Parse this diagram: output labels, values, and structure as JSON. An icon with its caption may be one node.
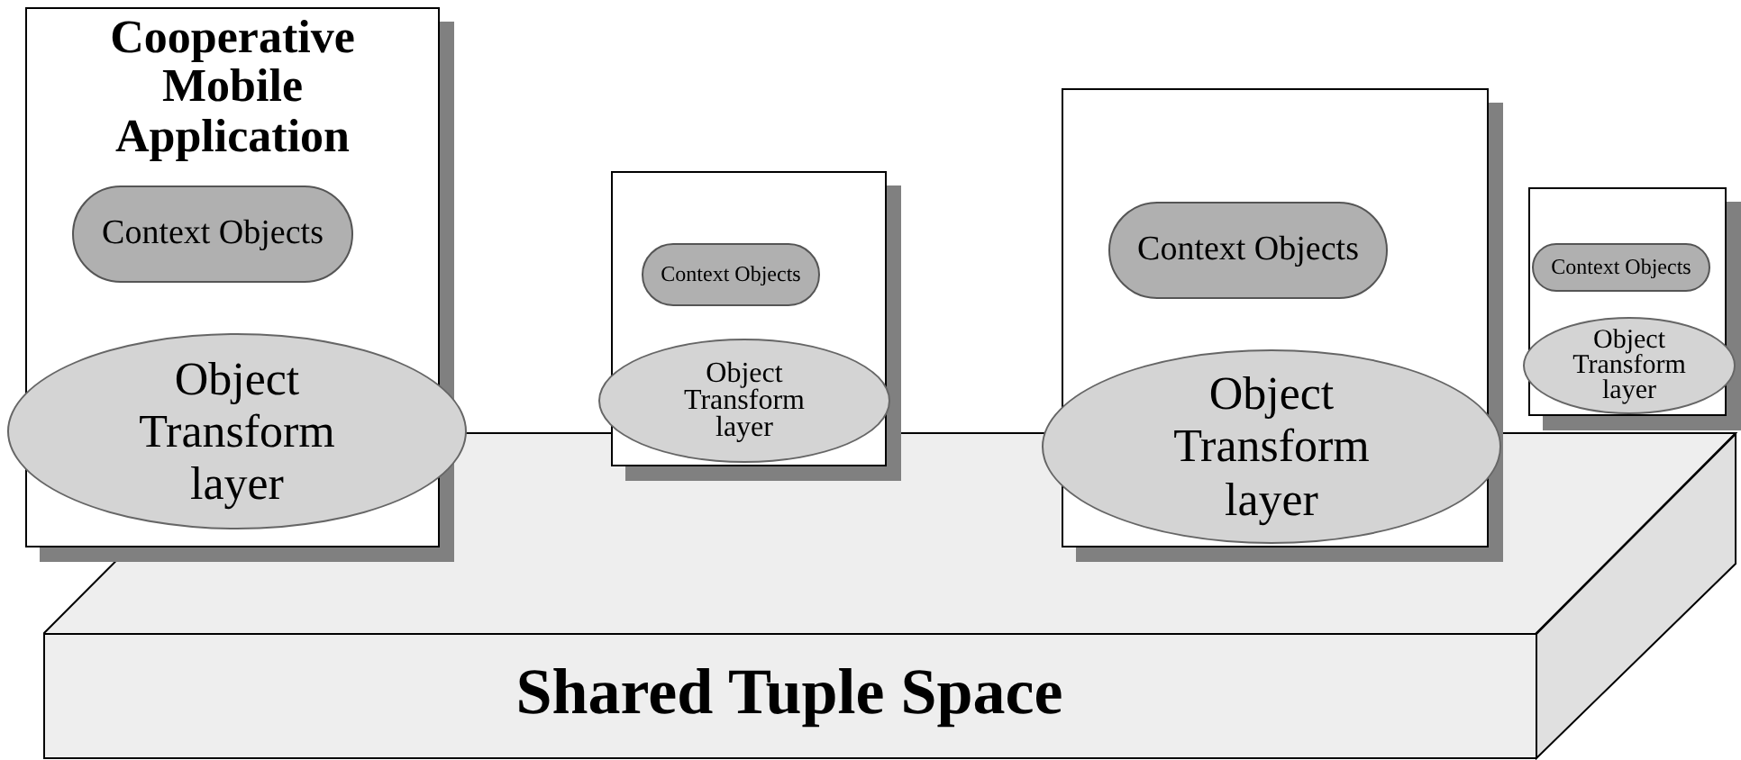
{
  "diagram": {
    "nodes": [
      {
        "text": [
          "Cooperative Mobile Application"
        ]
      },
      {
        "text": [
          "Context Objects"
        ],
        "in": 0
      },
      {
        "text": [
          "Object Transform layer"
        ],
        "in": 0
      },
      {
        "text": [],
        "shape": "box"
      },
      {
        "text": [
          "Context Objects"
        ],
        "in": 3
      },
      {
        "text": [
          "Object Transform layer"
        ],
        "in": 3
      },
      {
        "text": [],
        "shape": "box"
      },
      {
        "text": [
          "Context Objects"
        ],
        "in": 6
      },
      {
        "text": [
          "Object Transform layer"
        ],
        "in": 6
      },
      {
        "text": [],
        "shape": "box"
      },
      {
        "text": [
          "Context Objects"
        ],
        "in": 9
      },
      {
        "text": [
          "Object Transform layer"
        ],
        "in": 9
      },
      {
        "text": [
          "Shared Tuple Space"
        ]
      }
    ]
  }
}
